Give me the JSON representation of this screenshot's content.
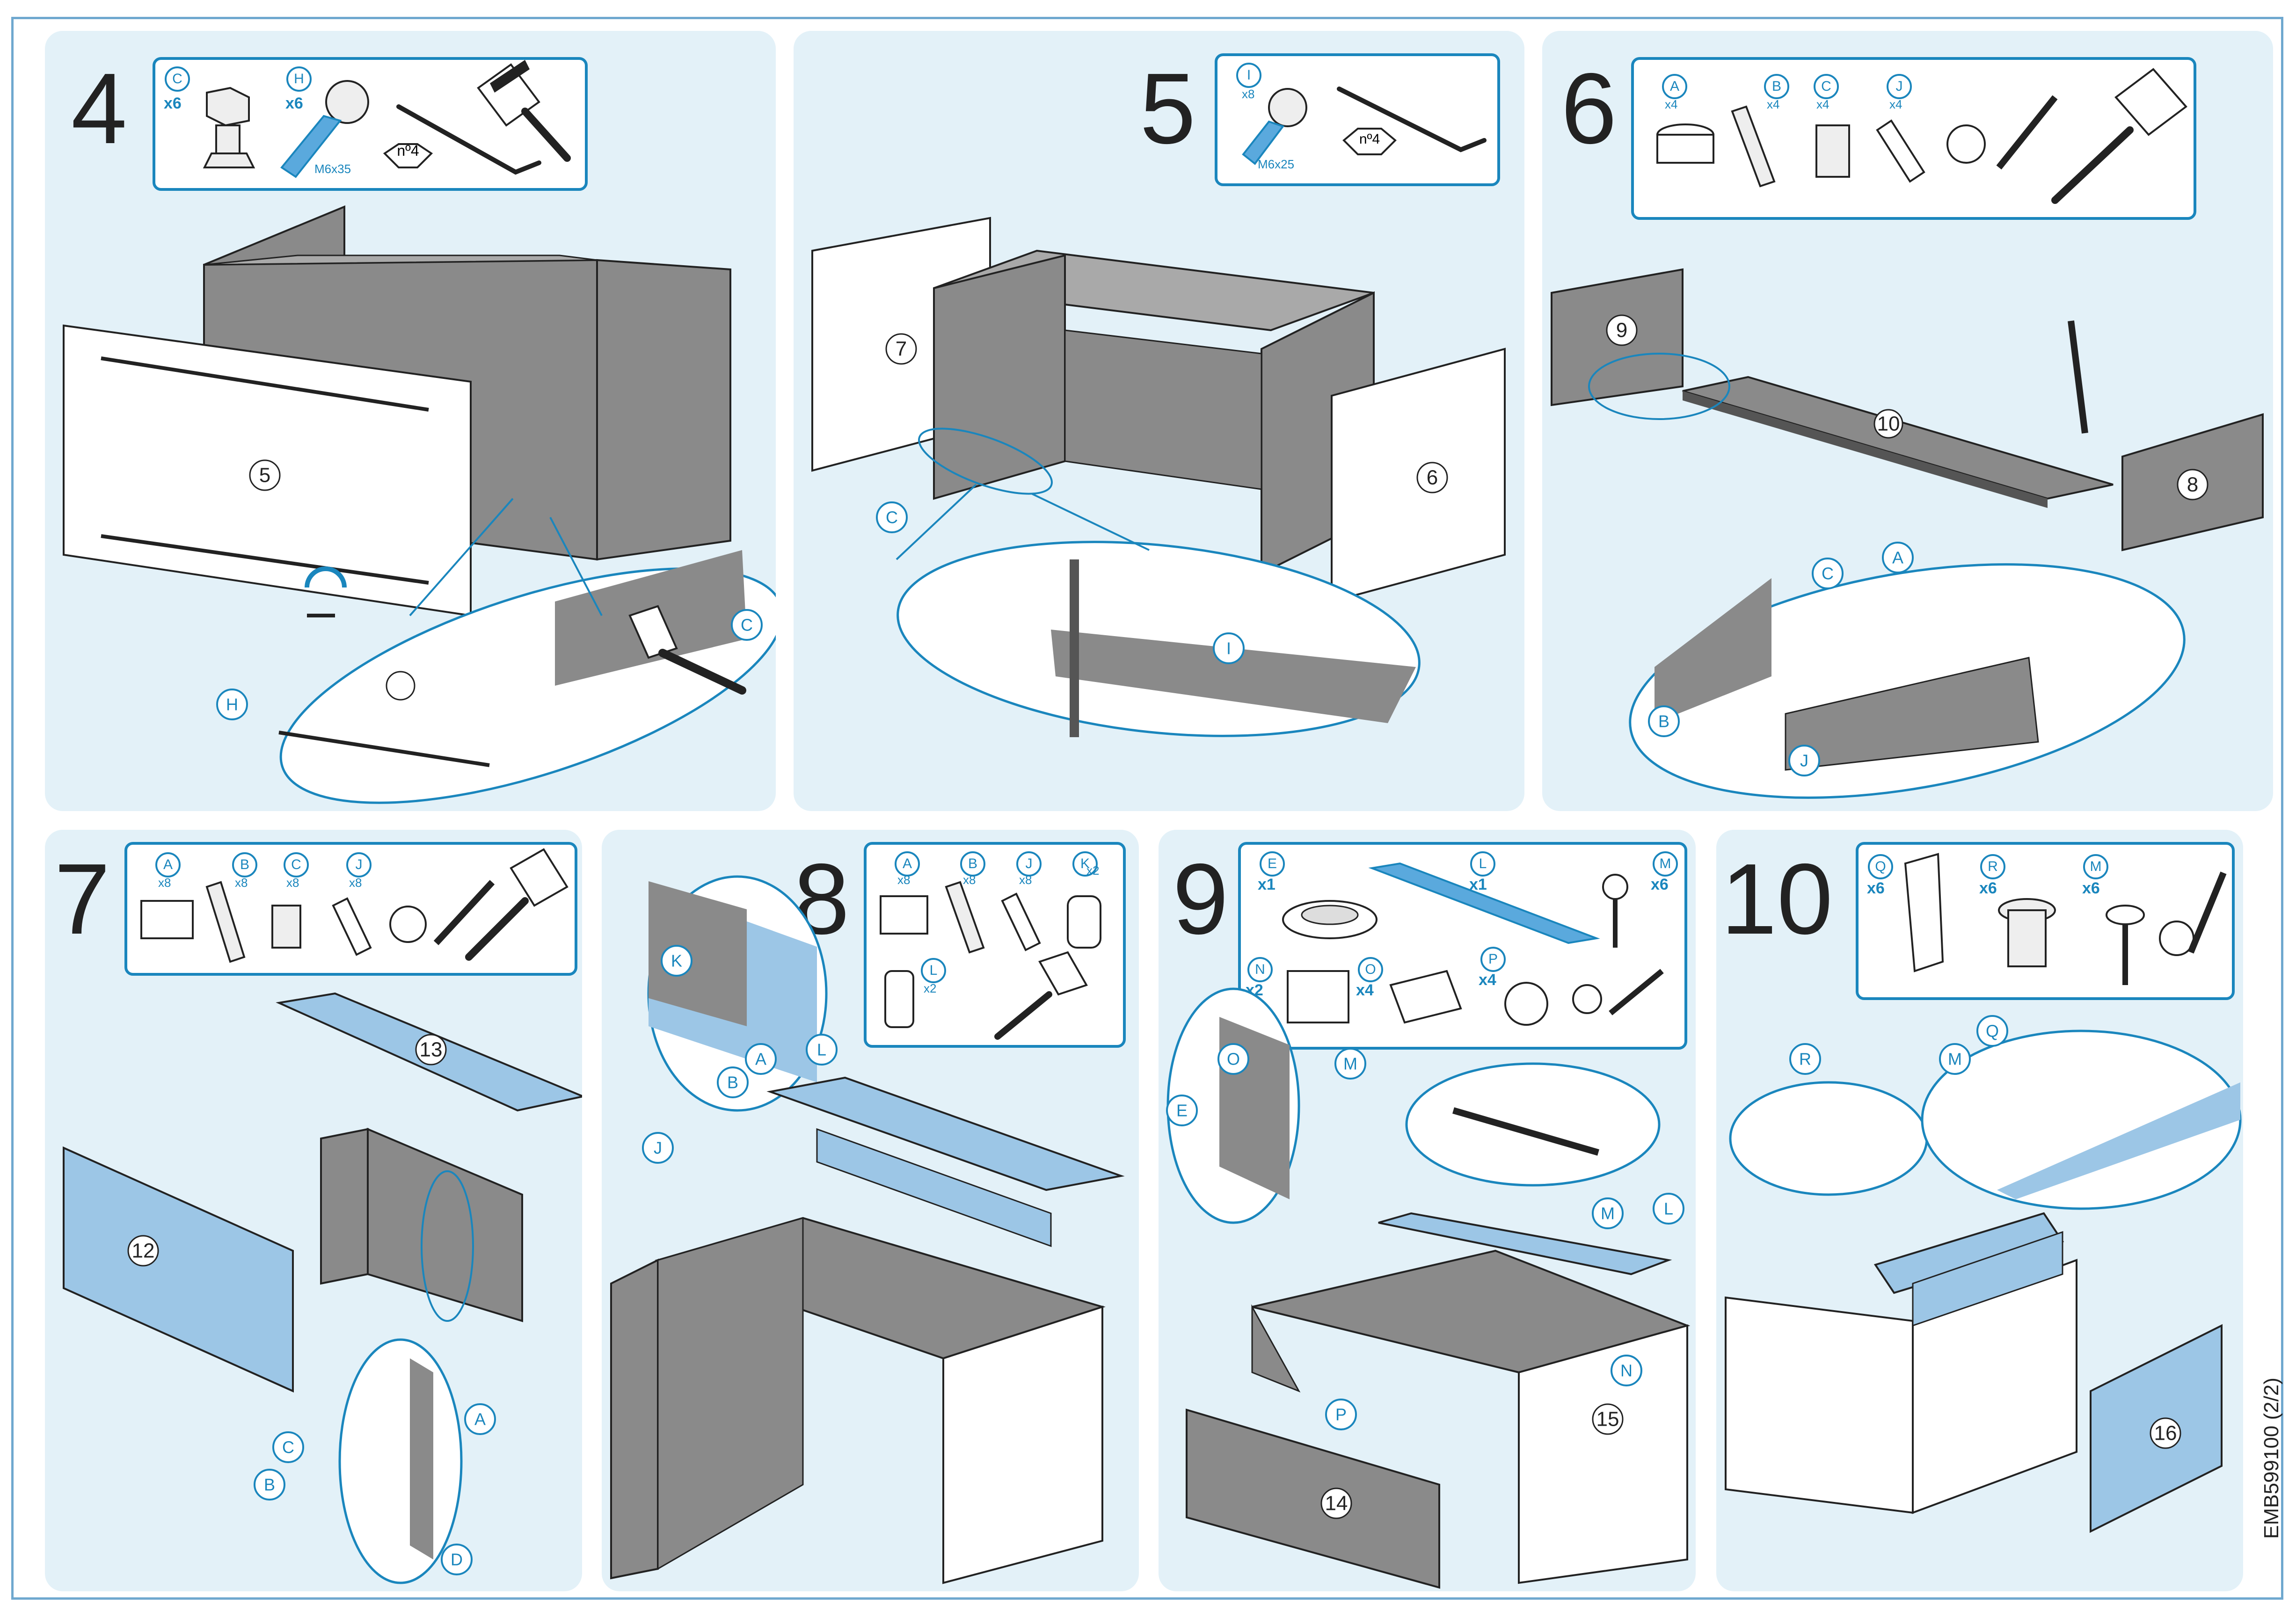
{
  "doc_code": "EMB599100 (2/2)",
  "colors": {
    "panel_bg": "#e3f1f8",
    "accent": "#1a86bd",
    "board_dark": "#8a8a8a",
    "board_blue": "#9cc6e6"
  },
  "steps": {
    "s4": {
      "number": "4",
      "parts": {
        "c_letter": "C",
        "c_qty": "x6",
        "h_letter": "H",
        "h_qty": "x6",
        "screw_size": "M6x35",
        "key": "nº4"
      },
      "boards": {
        "p5": "5"
      },
      "callouts": {
        "c": "C",
        "h": "H"
      }
    },
    "s5": {
      "number": "5",
      "parts": {
        "i_letter": "I",
        "i_qty": "x8",
        "screw_size": "M6x25",
        "key": "nº4"
      },
      "boards": {
        "p7": "7",
        "p6": "6"
      },
      "callouts": {
        "c": "C",
        "i": "I"
      }
    },
    "s6": {
      "number": "6",
      "parts": {
        "a": "A",
        "a_qty": "x4",
        "b": "B",
        "b_qty": "x4",
        "c": "C",
        "c_qty": "x4",
        "j": "J",
        "j_qty": "x4"
      },
      "boards": {
        "p9": "9",
        "p10": "10",
        "p8": "8"
      },
      "callouts": {
        "a": "A",
        "b": "B",
        "c": "C",
        "j": "J"
      }
    },
    "s7": {
      "number": "7",
      "parts": {
        "a": "A",
        "a_qty": "x8",
        "b": "B",
        "b_qty": "x8",
        "c": "C",
        "c_qty": "x8",
        "j": "J",
        "j_qty": "x8"
      },
      "boards": {
        "p13": "13",
        "p12": "12"
      },
      "callouts": {
        "a": "A",
        "b": "B",
        "c": "C",
        "d": "D"
      }
    },
    "s8": {
      "number": "8",
      "parts": {
        "a": "A",
        "a_qty": "x8",
        "b": "B",
        "b_qty": "x8",
        "j": "J",
        "j_qty": "x8",
        "k": "K",
        "k_qty": "x2",
        "l": "L",
        "l_qty": "x2"
      },
      "callouts": {
        "k": "K",
        "a": "A",
        "l": "L",
        "b": "B",
        "j": "J"
      }
    },
    "s9": {
      "number": "9",
      "parts": {
        "e": "E",
        "e_qty": "x1",
        "l": "L",
        "l_qty": "x1",
        "m": "M",
        "m_qty": "x6",
        "n": "N",
        "n_qty": "x2",
        "o": "O",
        "o_qty": "x4",
        "p": "P",
        "p_qty": "x4"
      },
      "boards": {
        "p14": "14",
        "p15": "15"
      },
      "callouts": {
        "o": "O",
        "m": "M",
        "e": "E",
        "m2": "M",
        "l": "L",
        "n": "N",
        "p": "P"
      }
    },
    "s10": {
      "number": "10",
      "parts": {
        "q": "Q",
        "q_qty": "x6",
        "r": "R",
        "r_qty": "x6",
        "m": "M",
        "m_qty": "x6"
      },
      "boards": {
        "p16": "16"
      },
      "callouts": {
        "r": "R",
        "m": "M",
        "q": "Q"
      }
    }
  }
}
